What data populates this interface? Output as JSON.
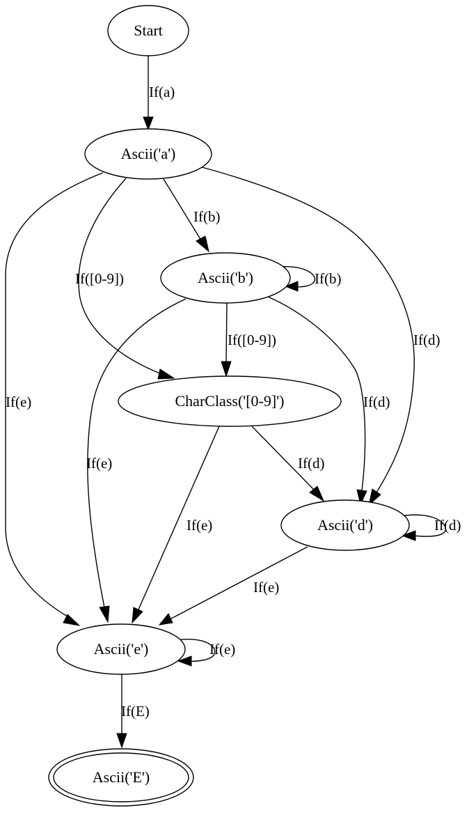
{
  "diagram": {
    "nodes": {
      "start": "Start",
      "a": "Ascii('a')",
      "b": "Ascii('b')",
      "charclass": "CharClass('[0-9]')",
      "d": "Ascii('d')",
      "e": "Ascii('e')",
      "E": "Ascii('E')"
    },
    "edges": {
      "start_a": "If(a)",
      "a_b": "If(b)",
      "b_b": "If(b)",
      "a_charclass": "If([0-9])",
      "a_e": "If(e)",
      "a_d": "If(d)",
      "b_charclass": "If([0-9])",
      "b_d": "If(d)",
      "b_e": "If(e)",
      "charclass_d": "If(d)",
      "charclass_e": "If(e)",
      "d_d": "If(d)",
      "d_e": "If(e)",
      "e_e": "If(e)",
      "e_E": "If(E)"
    }
  }
}
